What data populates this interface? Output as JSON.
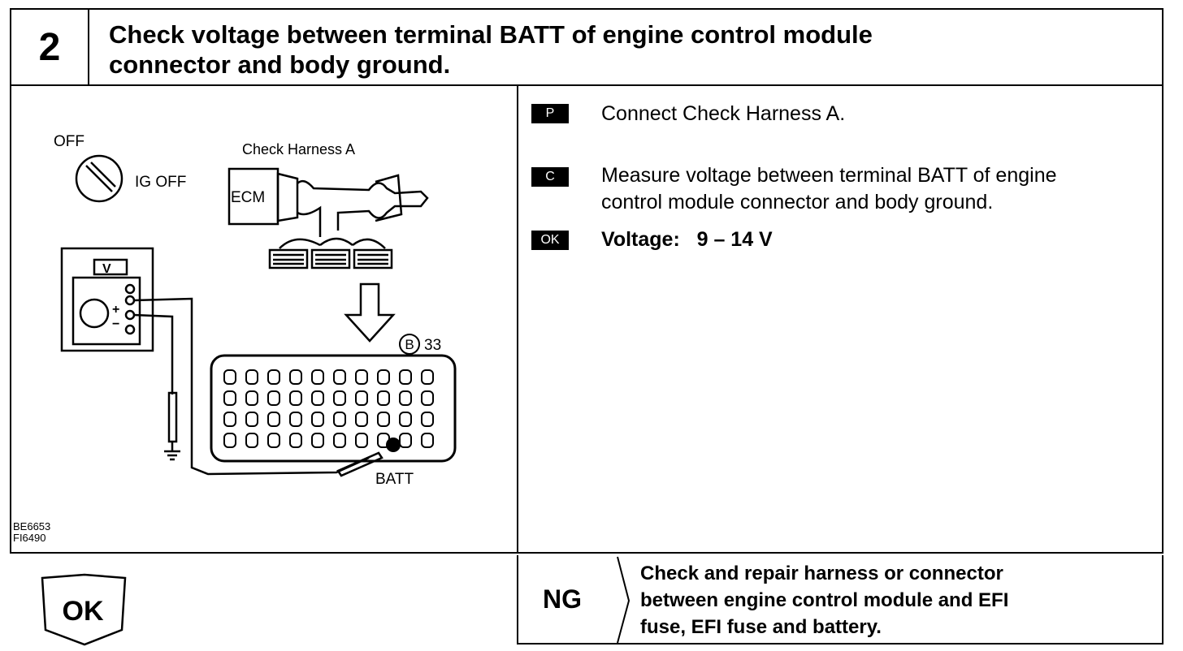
{
  "step": {
    "number": "2",
    "title_line1": "Check voltage between terminal BATT of engine control module",
    "title_line2": "connector and body ground."
  },
  "figure": {
    "switch_state": "OFF",
    "switch_label": "IG OFF",
    "harness_label": "Check Harness A",
    "ecm_label": "ECM",
    "meter_label": "V",
    "plus_sign": "+",
    "minus_sign": "−",
    "connector_id": "B",
    "pin_number": "33",
    "batt_label": "BATT",
    "code_line1": "BE6653",
    "code_line2": "FI6490"
  },
  "instructions": [
    {
      "tag": "P",
      "text_line1": "Connect Check Harness A.",
      "text_line2": ""
    },
    {
      "tag": "C",
      "text_line1": "Measure voltage between terminal BATT of engine",
      "text_line2": "control module connector and body ground."
    },
    {
      "tag": "OK",
      "text_line1": "Voltage:   9 – 14 V",
      "text_line2": ""
    }
  ],
  "results": {
    "ok_label": "OK",
    "ng_label": "NG",
    "ng_line1": "Check and repair harness or connector",
    "ng_line2": "between engine control module and EFI",
    "ng_line3": "fuse, EFI fuse and battery."
  }
}
